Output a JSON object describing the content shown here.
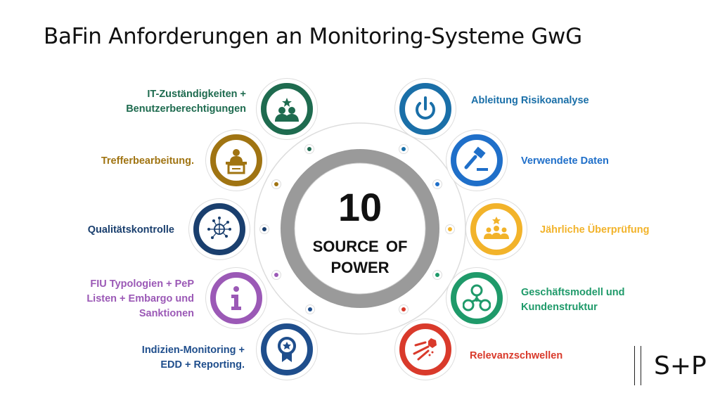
{
  "title": "BaFin Anforderungen an Monitoring-Systeme GwG",
  "center": {
    "number": "10",
    "line1": "SOURCE OF",
    "line2": "POWER"
  },
  "items": [
    {
      "label1": "IT-Zuständigkeiten +",
      "label2": "Benutzerberechtigungen",
      "color": "#1e6b4f",
      "icon": "team-leader-icon"
    },
    {
      "label1": "Trefferbearbeitung.",
      "color": "#a07412",
      "icon": "presenter-podium-icon"
    },
    {
      "label1": "Qualitätskontrolle",
      "color": "#1a3f6e",
      "icon": "globe-network-icon"
    },
    {
      "label1": "FIU Typologien + PeP",
      "label2": "Listen + Embargo und",
      "label3": "Sanktionen",
      "color": "#9b59b6",
      "icon": "info-icon"
    },
    {
      "label1": "Indizien-Monitoring +",
      "label2": "EDD + Reporting.",
      "color": "#1f4e8c",
      "icon": "award-badge-icon"
    },
    {
      "label1": "Ableitung Risikoanalyse",
      "color": "#1a6fa8",
      "icon": "power-icon"
    },
    {
      "label1": "Verwendete Daten",
      "color": "#1f6fc9",
      "icon": "gavel-icon"
    },
    {
      "label1": "Jährliche Überprüfung",
      "color": "#f2b32a",
      "icon": "team-star-icon"
    },
    {
      "label1": "Geschäftsmodell und",
      "label2": "Kundenstruktur",
      "color": "#1f9a6a",
      "icon": "people-network-icon"
    },
    {
      "label1": "Relevanzschwellen",
      "color": "#d93a2b",
      "icon": "meteor-icon"
    }
  ],
  "logo": "S+P"
}
